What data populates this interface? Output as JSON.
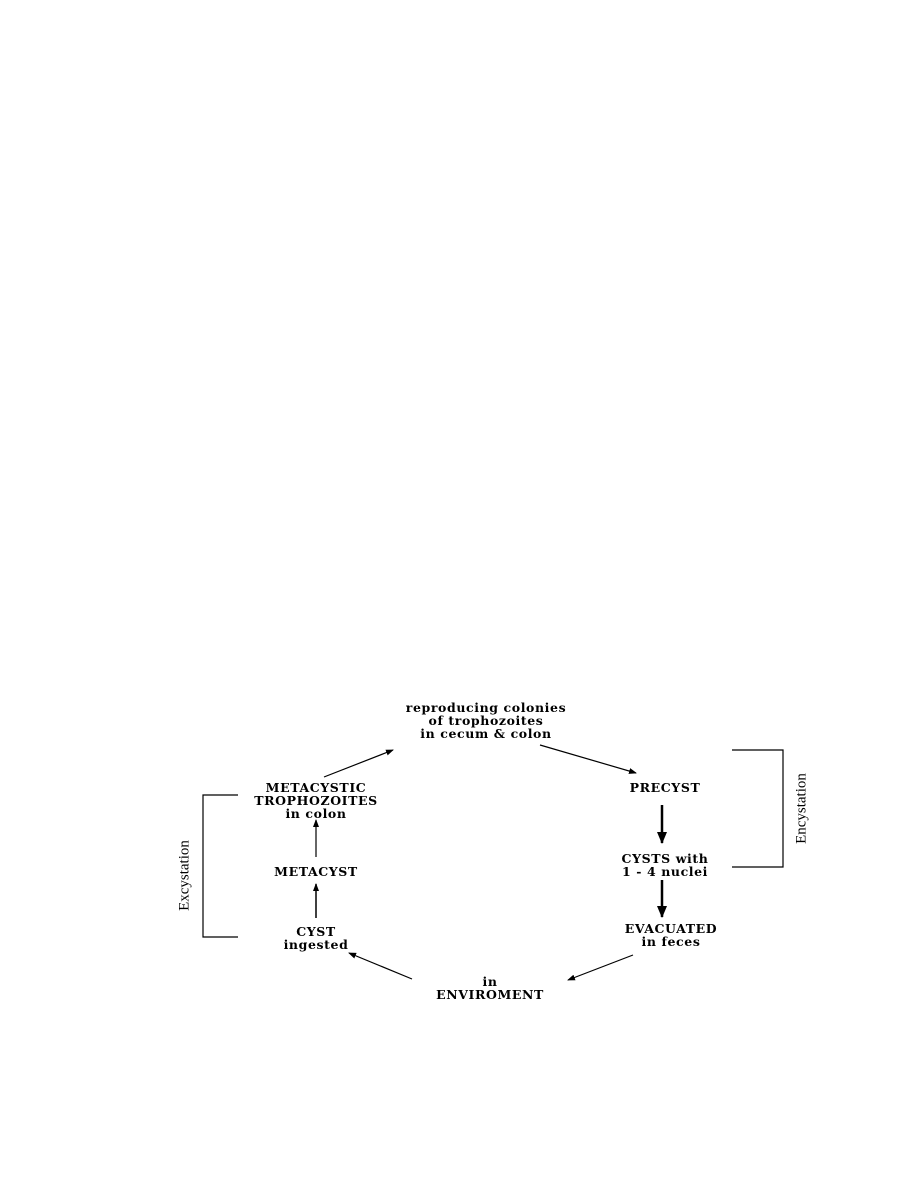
{
  "diagram": {
    "nodes": {
      "reproducing": [
        "reproducing colonies",
        "of trophozoites",
        "in cecum & colon"
      ],
      "precyst": [
        "PRECYST"
      ],
      "cysts": [
        "CYSTS with",
        "1 - 4 nuclei"
      ],
      "evacuated": [
        "EVACUATED",
        "in feces"
      ],
      "environment": [
        "in",
        "ENVIROMENT"
      ],
      "cyst_ingested": [
        "CYST",
        "ingested"
      ],
      "metacyst": [
        "METACYST"
      ],
      "metacystic": [
        "METACYSTIC",
        "TROPHOZOITES",
        "in colon"
      ]
    },
    "brackets": {
      "right": "Encystation",
      "left": "Excystation"
    }
  }
}
